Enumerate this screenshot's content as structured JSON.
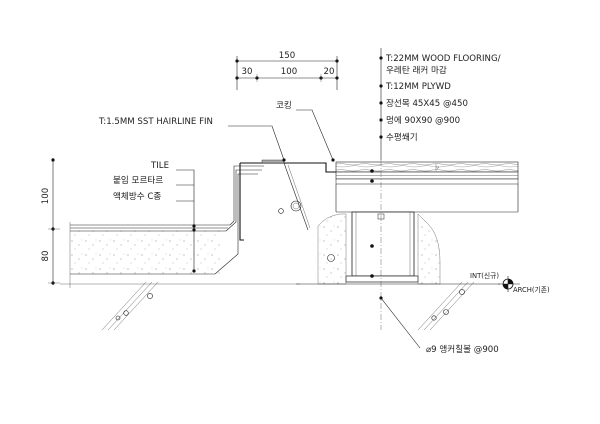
{
  "dimensions": {
    "total": "150",
    "left": "30",
    "middle": "100",
    "right": "20",
    "height_top": "100",
    "height_bottom": "80"
  },
  "labels": {
    "wood_flooring": "T:22MM WOOD FLOORING/",
    "urethane_finish": "우레탄 래커 마감",
    "plywood": "T:12MM PLYWD",
    "joist": "장선목 45X45 @450",
    "sleeper": "멍에 90X90 @900",
    "shim": "수평쐐기",
    "caulking": "코킹",
    "sst_fin": "T:1.5MM SST HAIRLINE FIN",
    "tile": "TILE",
    "mortar": "붙임 모르타르",
    "waterproof": "액체방수 C종",
    "anchor_bolt": "⌀9 앵커칠볼 @900",
    "int_new": "INT(신규)",
    "arch_existing": "ARCH(기존)"
  },
  "colors": {
    "line": "#222222",
    "paper": "#ffffff"
  }
}
